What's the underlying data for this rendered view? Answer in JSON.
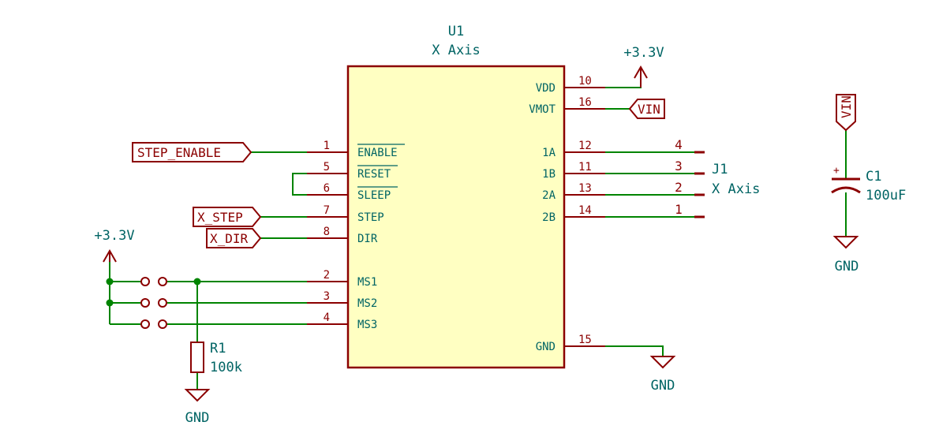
{
  "ic": {
    "ref": "U1",
    "value": "X Axis",
    "left_pins": [
      {
        "num": "1",
        "name": "ENABLE",
        "overbar": true
      },
      {
        "num": "5",
        "name": "RESET",
        "overbar": true
      },
      {
        "num": "6",
        "name": "SLEEP",
        "overbar": true
      },
      {
        "num": "7",
        "name": "STEP",
        "overbar": false
      },
      {
        "num": "8",
        "name": "DIR",
        "overbar": false
      },
      {
        "num": "2",
        "name": "MS1",
        "overbar": false
      },
      {
        "num": "3",
        "name": "MS2",
        "overbar": false
      },
      {
        "num": "4",
        "name": "MS3",
        "overbar": false
      }
    ],
    "right_pins": [
      {
        "num": "10",
        "name": "VDD"
      },
      {
        "num": "16",
        "name": "VMOT"
      },
      {
        "num": "12",
        "name": "1A"
      },
      {
        "num": "11",
        "name": "1B"
      },
      {
        "num": "13",
        "name": "2A"
      },
      {
        "num": "14",
        "name": "2B"
      },
      {
        "num": "15",
        "name": "GND"
      }
    ]
  },
  "connector": {
    "ref": "J1",
    "value": "X Axis",
    "pins": [
      "4",
      "3",
      "2",
      "1"
    ]
  },
  "labels": {
    "step_enable": "STEP_ENABLE",
    "x_step": "X_STEP",
    "x_dir": "X_DIR",
    "vin_top": "VIN",
    "vin_cap": "VIN"
  },
  "power": {
    "p33_top": "+3.3V",
    "p33_left": "+3.3V",
    "gnd_ic": "GND",
    "gnd_res": "GND",
    "gnd_cap": "GND"
  },
  "resistor": {
    "ref": "R1",
    "value": "100k"
  },
  "capacitor": {
    "ref": "C1",
    "value": "100uF",
    "polarity": "+"
  },
  "colors": {
    "wire": "#008400",
    "component": "#8b0000",
    "text": "#006464",
    "ic_fill": "#ffffc2"
  }
}
